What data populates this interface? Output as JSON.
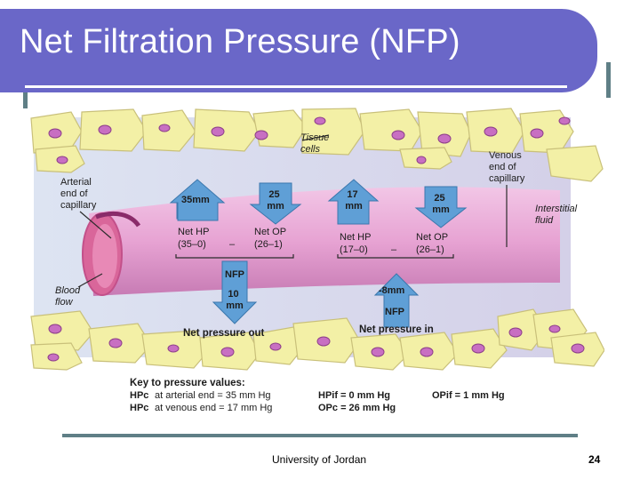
{
  "slide": {
    "title": "Net Filtration Pressure (NFP)",
    "footer": "University of Jordan",
    "page_number": "24"
  },
  "diagram": {
    "labels": {
      "tissue_cells": [
        "Tissue",
        "cells"
      ],
      "arterial_end": [
        "Arterial",
        "end of",
        "capillary"
      ],
      "venous_end": [
        "Venous",
        "end of",
        "capillary"
      ],
      "interstitial_fluid": [
        "Interstitial",
        "fluid"
      ],
      "blood_flow": [
        "Blood",
        "flow"
      ],
      "arrow_35": "35mm",
      "arrow_25_left": [
        "25",
        "mm"
      ],
      "arrow_17": [
        "17",
        "mm"
      ],
      "arrow_25_right": [
        "25",
        "mm"
      ],
      "net_hp_left": [
        "Net HP",
        "(35–0)"
      ],
      "net_op_left": [
        "Net OP",
        "(26–1)"
      ],
      "minus": "–",
      "net_hp_right": [
        "Net HP",
        "(17–0)"
      ],
      "net_op_right": [
        "Net OP",
        "(26–1)"
      ],
      "nfp": "NFP",
      "nfp_value_left": [
        "10",
        "mm"
      ],
      "nfp_value_right": "-8mm",
      "net_pressure_out": "Net pressure out",
      "net_pressure_in": "Net pressure in"
    },
    "key": {
      "title": "Key to pressure values:",
      "hpc_arterial_sym": "HPc",
      "hpc_arterial_text": "at arterial end = 35 mm Hg",
      "hpc_venous_sym": "HPc",
      "hpc_venous_text": "at venous end = 17 mm Hg",
      "hpif": "HPif = 0 mm Hg",
      "opc": "OPc = 26 mm Hg",
      "opif": "OPif = 1 mm Hg"
    },
    "colors": {
      "banner": "#6a67c8",
      "cell": "#f3f0a6",
      "cell_nucleus": "#c86fc2",
      "capillary": "#e7a3d3",
      "interstitial": "#d7d6ea",
      "arrow_blue": "#5f9fd6",
      "frame": "#5f7f86"
    }
  }
}
